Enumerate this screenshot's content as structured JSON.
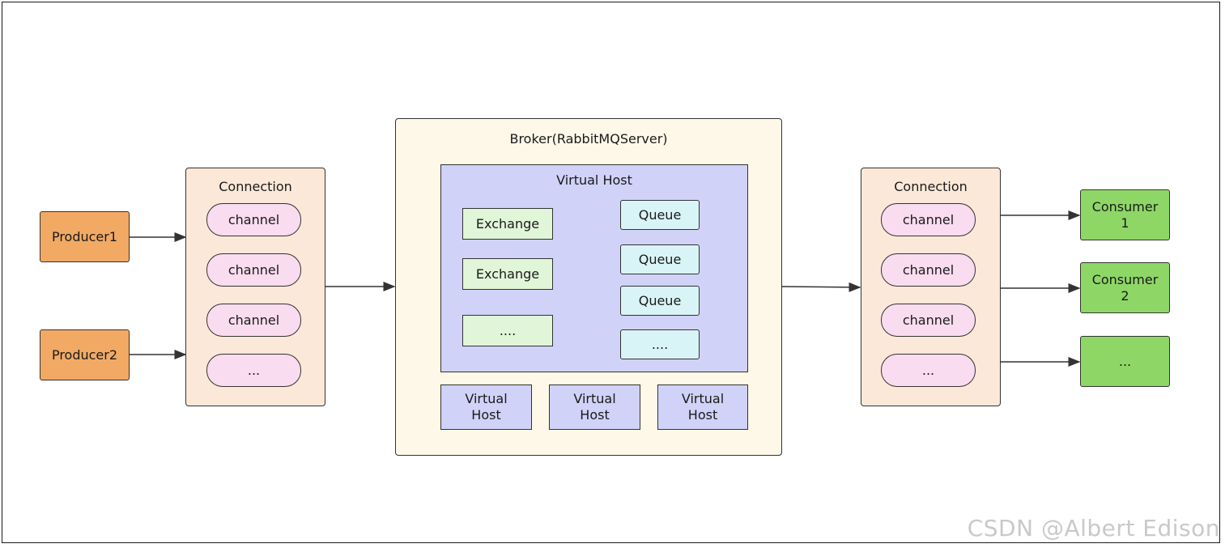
{
  "producers": [
    {
      "label": "Producer1"
    },
    {
      "label": "Producer2"
    }
  ],
  "left_connection": {
    "title": "Connection",
    "channels": [
      "channel",
      "channel",
      "channel",
      "..."
    ]
  },
  "broker": {
    "title": "Broker(RabbitMQServer)",
    "main_vhost": {
      "title": "Virtual Host",
      "exchanges": [
        "Exchange",
        "Exchange",
        "...."
      ],
      "queues": [
        "Queue",
        "Queue",
        "Queue",
        "...."
      ]
    },
    "small_vhosts": [
      "Virtual\nHost",
      "Virtual\nHost",
      "Virtual\nHost"
    ]
  },
  "right_connection": {
    "title": "Connection",
    "channels": [
      "channel",
      "channel",
      "channel",
      "..."
    ]
  },
  "consumers": [
    {
      "label": "Consumer\n1"
    },
    {
      "label": "Consumer\n2"
    },
    {
      "label": "..."
    }
  ],
  "watermark": "CSDN @Albert Edison",
  "colors": {
    "producer": "#f2a964",
    "consumer": "#8ed766",
    "connection": "#fbe8d8",
    "channel": "#f9dcef",
    "broker": "#fdf8e8",
    "virtual_host": "#d0d2f8",
    "exchange": "#e1f5d8",
    "queue": "#d9f4f6"
  }
}
